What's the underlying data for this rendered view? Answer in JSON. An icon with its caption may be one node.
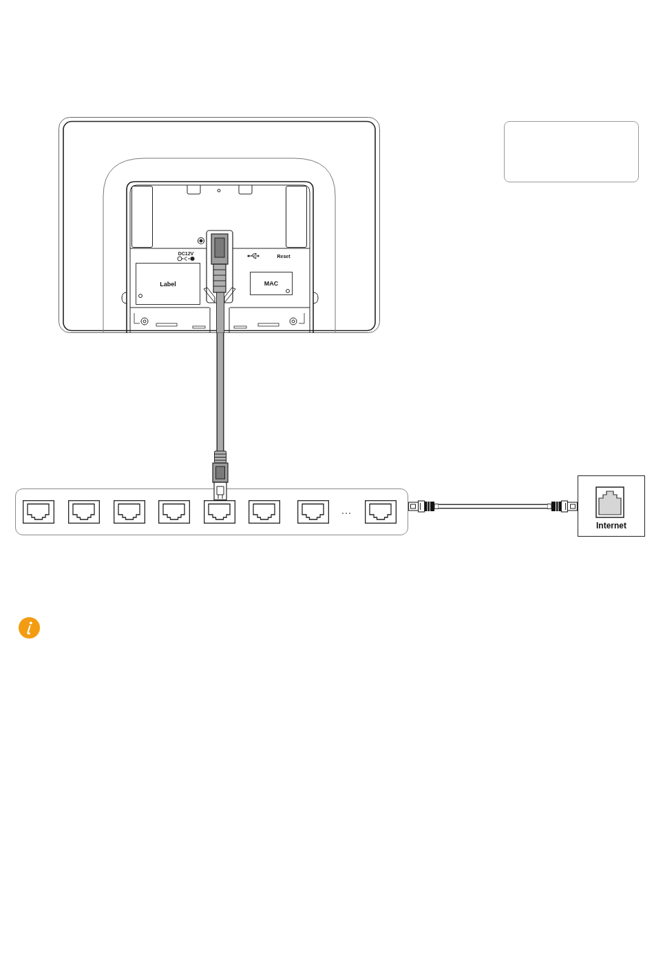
{
  "diagram": {
    "nodes": [
      {
        "text": [],
        "shape": "picture"
      },
      {
        "text": [],
        "shape": "box",
        "in": 0
      },
      {
        "text": [],
        "shape": "box",
        "in": 0
      },
      {
        "text": [
          "Label"
        ],
        "in": 0
      },
      {
        "text": [
          "MAC"
        ],
        "in": 0
      },
      {
        "text": [],
        "shape": "box"
      },
      {
        "text": [],
        "shape": "box"
      },
      {
        "text": [],
        "shape": "box",
        "in": 6
      },
      {
        "text": [],
        "shape": "box",
        "in": 6
      },
      {
        "text": [],
        "shape": "box",
        "in": 6
      },
      {
        "text": [],
        "shape": "box",
        "in": 6
      },
      {
        "text": [],
        "shape": "box",
        "in": 6
      },
      {
        "text": [],
        "shape": "box",
        "in": 6
      },
      {
        "text": [],
        "shape": "box",
        "in": 6
      },
      {
        "text": [],
        "shape": "box",
        "in": 6
      },
      {
        "text": [
          "Internet"
        ]
      }
    ],
    "edges": [
      {
        "from": 0,
        "to": 11,
        "arrow": "none"
      },
      {
        "from": 6,
        "to": 15,
        "arrow": "none"
      }
    ],
    "labels": [
      "DC12V",
      "Reset",
      "…"
    ]
  }
}
